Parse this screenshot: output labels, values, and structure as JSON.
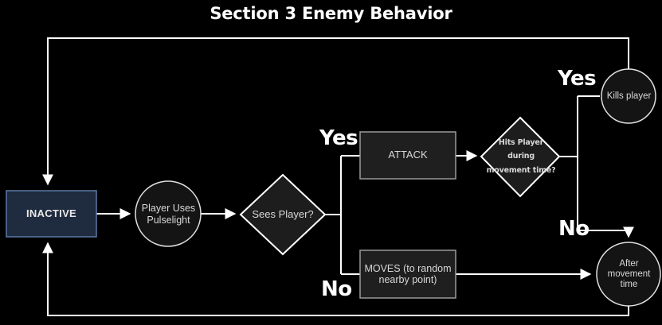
{
  "title": "Section 3 Enemy Behavior",
  "theme": {
    "background": "#000000",
    "edge_color": "#ffffff",
    "node_fill_dark": "#1d1d1d",
    "node_fill_circle": "#141414",
    "node_border": "#b8b8b8",
    "start_fill": "#1f2b3e",
    "start_border": "#5b7aa8",
    "text_color": "#d8d8d8",
    "label_color": "#ffffff"
  },
  "nodes": {
    "inactive": {
      "label": "INACTIVE",
      "shape": "rectangle"
    },
    "pulselight": {
      "label": "Player Uses Pulselight",
      "line1": "Player Uses",
      "line2": "Pulselight",
      "shape": "circle"
    },
    "sees_player": {
      "label": "Sees Player?",
      "shape": "diamond"
    },
    "attack": {
      "label": "ATTACK",
      "shape": "rectangle"
    },
    "hits_player": {
      "label": "Hits Player during movement time?",
      "line1": "Hits Player during",
      "line2": "movement time?",
      "shape": "diamond"
    },
    "moves": {
      "label": "MOVES (to random nearby point)",
      "line1": "MOVES (to random",
      "line2": "nearby point)",
      "shape": "rectangle"
    },
    "kills_player": {
      "label": "Kills player",
      "shape": "circle"
    },
    "after_movement": {
      "label": "After movement time",
      "line1": "After",
      "line2": "movement",
      "line3": "time",
      "shape": "circle"
    }
  },
  "edge_labels": {
    "sees_yes": "Yes",
    "sees_no": "No",
    "hits_yes": "Yes",
    "hits_no": "No"
  },
  "edges": [
    {
      "from": "inactive",
      "to": "pulselight",
      "label": ""
    },
    {
      "from": "pulselight",
      "to": "sees_player",
      "label": ""
    },
    {
      "from": "sees_player",
      "to": "attack",
      "label": "Yes"
    },
    {
      "from": "sees_player",
      "to": "moves",
      "label": "No"
    },
    {
      "from": "attack",
      "to": "hits_player",
      "label": ""
    },
    {
      "from": "hits_player",
      "to": "kills_player",
      "label": "Yes"
    },
    {
      "from": "hits_player",
      "to": "after_movement",
      "label": "No"
    },
    {
      "from": "moves",
      "to": "after_movement",
      "label": ""
    },
    {
      "from": "kills_player",
      "to": "inactive",
      "label": ""
    },
    {
      "from": "after_movement",
      "to": "inactive",
      "label": ""
    }
  ]
}
